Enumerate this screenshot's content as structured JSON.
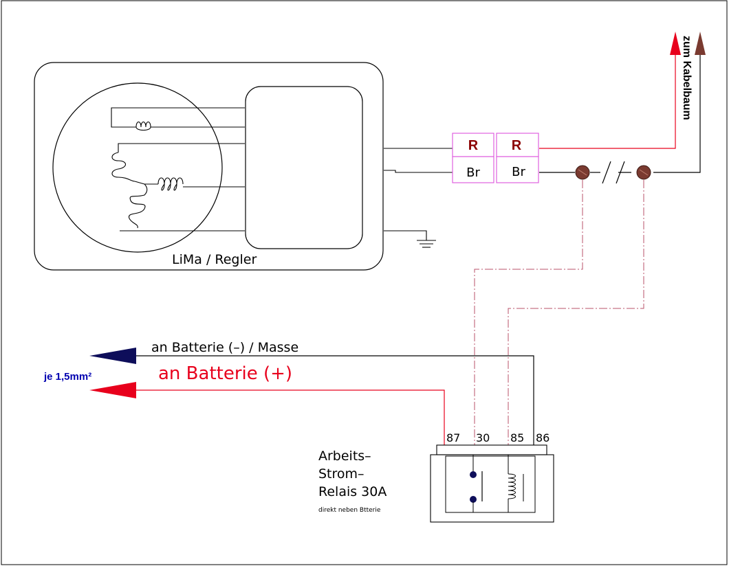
{
  "labels": {
    "lima_regler": "LiMa  /  Regler",
    "zum_kabelbaum": "zum Kabelbaum",
    "batterie_minus": "an  Batterie  (–)  /  Masse",
    "batterie_plus": "an  Batterie  (+)",
    "cross_section": "je 1,5mm²",
    "relay_line1": "Arbeits–",
    "relay_line2": "Strom–",
    "relay_line3": "Relais  30A",
    "relay_note": "direkt  neben  Btterie"
  },
  "connectors": {
    "left": {
      "top": "R",
      "bottom": "Br"
    },
    "right": {
      "top": "R",
      "bottom": "Br"
    }
  },
  "relay_pins": [
    "87",
    "30",
    "85",
    "86"
  ],
  "colors": {
    "red_wire": "#e8001c",
    "brown_wire": "#7a3a30",
    "navy_arrow": "#0e0e5a",
    "connector_border": "#e060e0",
    "connector_text_red": "#8b0000",
    "dashdot": "#b8506a",
    "blue_text": "#0000b0"
  }
}
